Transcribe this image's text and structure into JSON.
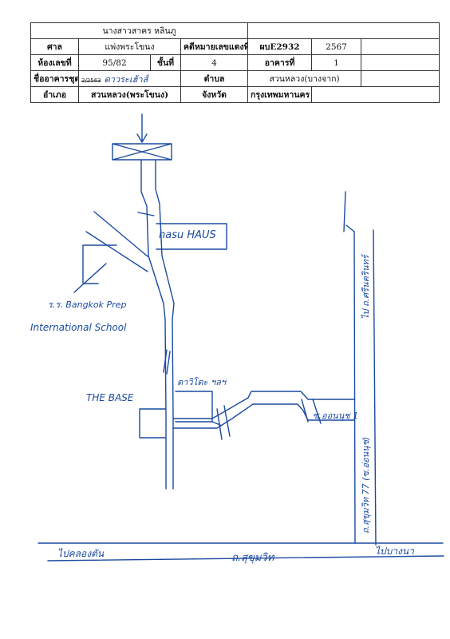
{
  "header": {
    "owner": "นางสาวสาคร หลินภู",
    "court_label": "ศาล",
    "court_value": "แพ่งพระโขนง",
    "case_label": "คดีหมายเลขแดงที่",
    "case_number": "ผบE2932",
    "case_year": "2567",
    "room_label": "ห้องเลขที่",
    "room_value": "95/82",
    "floor_label": "ชั้นที่",
    "floor_value": "4",
    "building_label": "อาคารที่",
    "building_value": "1",
    "condo_label": "ชื่ออาคารชุด",
    "condo_struck": "2/2563",
    "condo_value": "ดาวระเฮ้าส์",
    "subdistrict_label": "ตำบล",
    "subdistrict_value": "สวนหลวง(บางจาก)",
    "district_label": "อำเภอ",
    "district_value": "สวนหลวง(พระโขนง)",
    "province_label": "จังหวัด",
    "province_value": "กรุงเทพมหานคร"
  },
  "map": {
    "labels": {
      "hasu_haus": "hasu HAUS",
      "school_line1": "ร.ร. Bangkok Prep",
      "school_line2": "International School",
      "the_base": "THE BASE",
      "town_building": "ตาวิโตะ ฯลฯ",
      "soi": "ซ.ออนนุช 1",
      "road_vertical": "ถ.สุขุมวิท 77 (ซ.อ่อนนุช)",
      "to_north": "ไป ถ.ศรีนครินทร์",
      "to_west": "ไปคลองตัน",
      "main_road": "ถ.สุขุมวิท",
      "to_east": "ไปบางนา"
    }
  },
  "colors": {
    "ink": "#1a4aa0",
    "table_border": "#333333"
  }
}
